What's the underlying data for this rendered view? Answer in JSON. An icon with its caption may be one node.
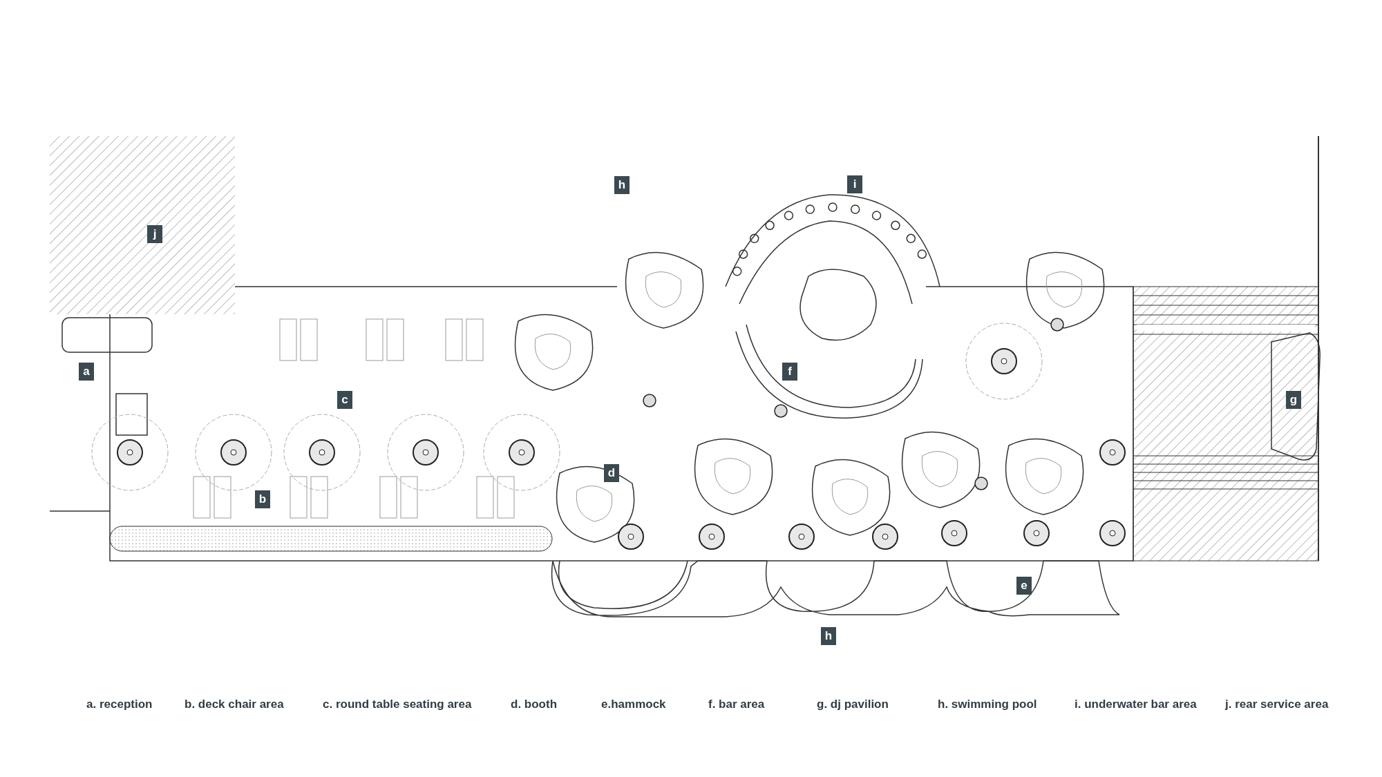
{
  "diagram": {
    "labels": [
      "h",
      "i",
      "j",
      "a",
      "f",
      "c",
      "g",
      "d",
      "b",
      "e",
      "h",
      "a. reception",
      "b. deck chair area",
      "c. round table seating area",
      "d. booth",
      "e.hammock",
      "f. bar area",
      "g. dj pavilion",
      "h. swimming pool",
      "i. underwater bar area",
      "j. rear service area"
    ]
  }
}
